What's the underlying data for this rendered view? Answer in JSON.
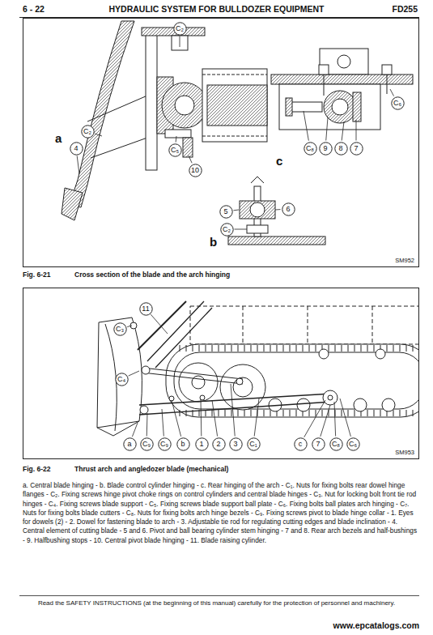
{
  "diagram": {
    "title": "HYDRAULIC SYSTEM FOR BULLDOZER EQUIPMENT",
    "nodes": [
      {
        "text": [
          "SM952"
        ]
      },
      {
        "text": [
          "C₂"
        ],
        "in": 0
      },
      {
        "text": [
          "C₂"
        ],
        "in": 0
      },
      {
        "text": [
          "4"
        ],
        "in": 0
      },
      {
        "text": [
          "C₅"
        ],
        "in": 0
      },
      {
        "text": [
          "10"
        ],
        "in": 0
      },
      {
        "text": [
          "C₆"
        ],
        "in": 0
      },
      {
        "text": [
          "C₈"
        ],
        "in": 0
      },
      {
        "text": [
          "9"
        ],
        "in": 0
      },
      {
        "text": [
          "8"
        ],
        "in": 0
      },
      {
        "text": [
          "7"
        ],
        "in": 0
      },
      {
        "text": [
          "5"
        ],
        "in": 0
      },
      {
        "text": [
          "6"
        ],
        "in": 0
      },
      {
        "text": [
          "C₂"
        ],
        "in": 0
      },
      {
        "text": [
          "SM953"
        ]
      },
      {
        "text": [
          "11"
        ],
        "in": 14
      },
      {
        "text": [
          "C₃"
        ],
        "in": 14
      },
      {
        "text": [
          "C₄"
        ],
        "in": 14
      },
      {
        "text": [
          "a"
        ],
        "in": 14
      },
      {
        "text": [
          "C₉"
        ],
        "in": 14
      },
      {
        "text": [
          "C₉"
        ],
        "in": 14
      },
      {
        "text": [
          "b"
        ],
        "in": 14
      },
      {
        "text": [
          "1"
        ],
        "in": 14
      },
      {
        "text": [
          "2"
        ],
        "in": 14
      },
      {
        "text": [
          "3"
        ],
        "in": 14
      },
      {
        "text": [
          "C₁"
        ],
        "in": 14
      },
      {
        "text": [
          "c"
        ],
        "in": 14
      },
      {
        "text": [
          "7"
        ],
        "in": 14
      },
      {
        "text": [
          "C₈"
        ],
        "in": 14
      },
      {
        "text": [
          "C₆"
        ],
        "in": 14
      }
    ],
    "labels": [
      "6 - 22",
      "FD255",
      "a",
      "c",
      "b",
      "Fig. 6-21",
      "Cross section of the blade and the arch hinging",
      "Fig. 6-22",
      "Thrust arch and angledozer blade (mechanical)",
      "a. Central blade hinging - b. Blade control cylinder hinging - c. Rear hinging of the arch - C₁. Nuts for fixing bolts rear dowel hinge flanges - C₂. Fixing screws hinge pivot choke rings on control cylinders and central blade hinges - C₃. Nut for locking bolt front tie rod hinges - C₄. Fixing screws blade support - C₅. Fixing screws blade support ball plate - C₆. Fixing bolts ball plates arch hinging - C₇. Nuts for fixing bolts blade cutters - C₈. Nuts for fixing bolts arch hinge bezels - C₉. Fixing screws pivot to blade hinge collar - 1. Eyes for dowels (2) - 2. Dowel for fastening blade to arch - 3. Adjustable tie rod for regulating cutting edges and blade inclination - 4. Central element of cutting blade - 5 and 6. Pivot and ball bearing cylinder stem hinging - 7 and 8. Rear arch bezels and half-bushings - 9. Halfbushing stops - 10. Central pivot blade hinging - 11. Blade raising cylinder.",
      "Read the SAFETY INSTRUCTIONS (at the beginning of this manual) carefully for the protection of personnel and machinery.",
      "www.epcatalogs.com"
    ]
  }
}
